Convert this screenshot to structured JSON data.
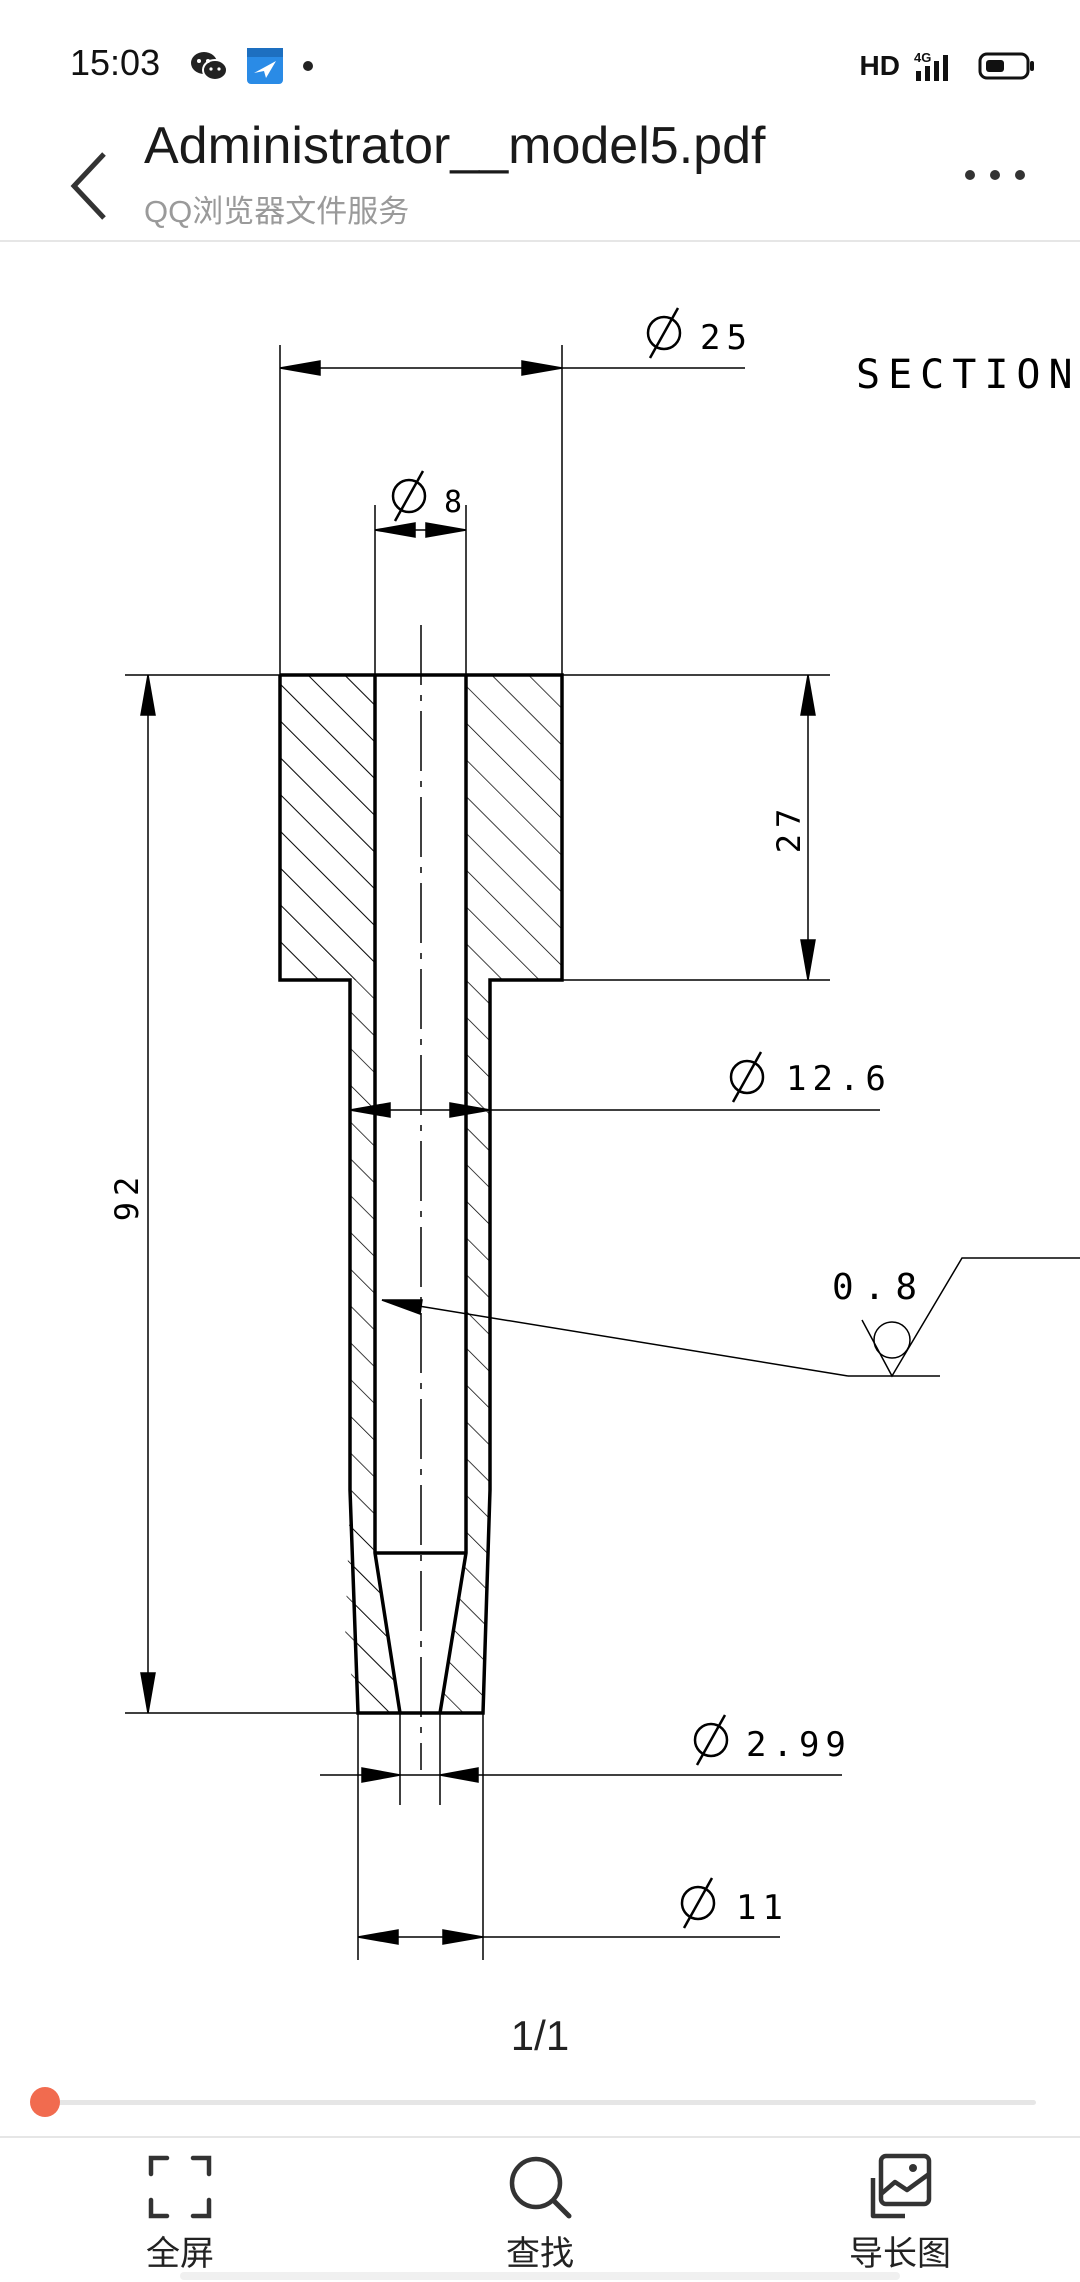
{
  "status_bar": {
    "time": "15:03",
    "network": "HD",
    "signal_label": "4G",
    "app_icons": [
      "wechat-icon",
      "qq-browser-icon",
      "notification-dot-icon"
    ],
    "right_icons": [
      "signal-icon",
      "battery-icon"
    ]
  },
  "header": {
    "title": "Administrator__model5.pdf",
    "subtitle": "QQ浏览器文件服务",
    "back_icon": "chevron-left-icon",
    "more_icon": "more-horizontal-icon"
  },
  "drawing": {
    "section_label": "SECTION",
    "dim_outer_diameter": "25",
    "dim_bore_diameter": "8",
    "dim_head_height": "27",
    "dim_total_length": "92",
    "dim_stem_diameter": "12.6",
    "dim_roughness": "0.8",
    "dim_tip_inner_diameter": "2.99",
    "dim_tip_outer_diameter": "11"
  },
  "page_indicator": "1/1",
  "reading_progress": 0,
  "colors": {
    "accent": "#f16b4f",
    "divider": "#e6e6e6",
    "subtitle": "#9a9a9a"
  },
  "bottom_bar": {
    "fullscreen_label": "全屏",
    "find_label": "查找",
    "long_image_label": "导长图"
  }
}
